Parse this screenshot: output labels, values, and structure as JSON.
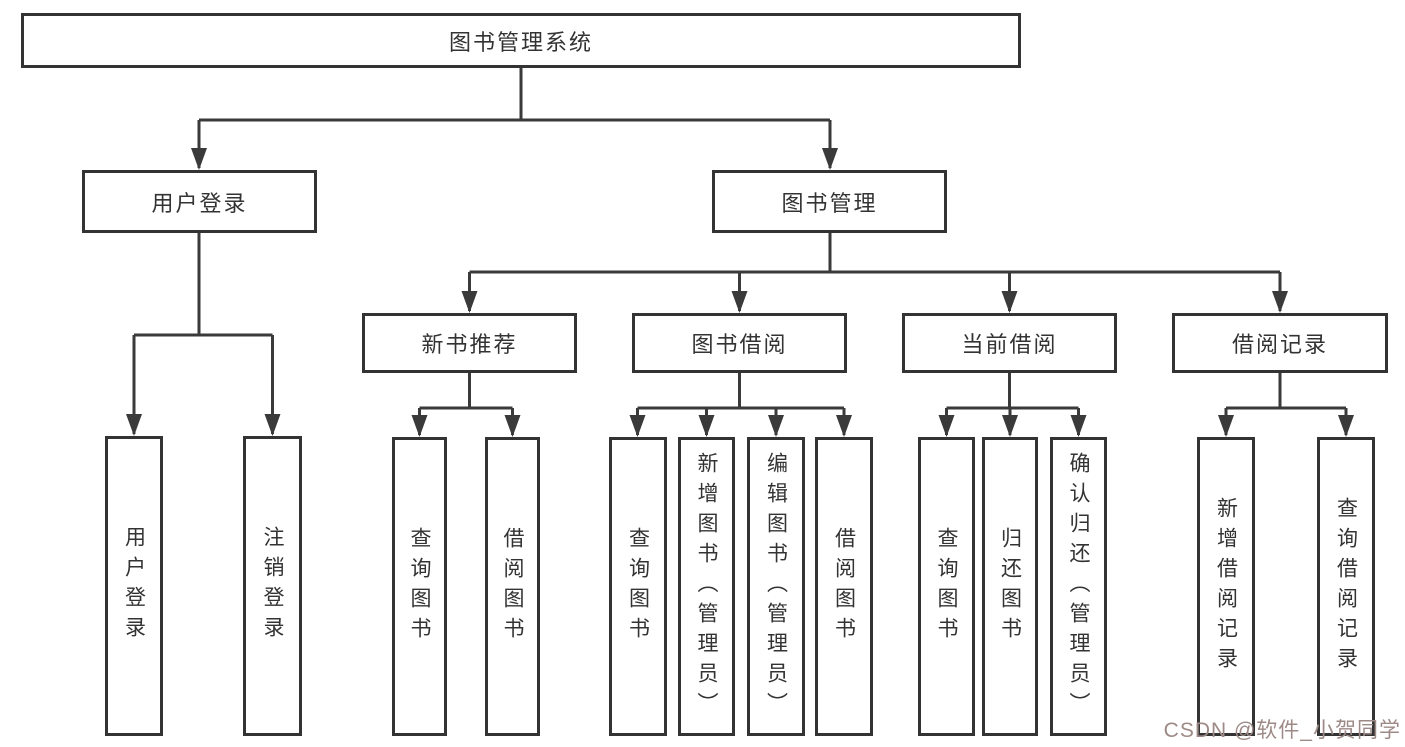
{
  "title": {
    "label": "图书管理系统"
  },
  "level2": {
    "user_login": {
      "label": "用户登录"
    },
    "book_mgmt": {
      "label": "图书管理"
    }
  },
  "level3": {
    "new_books": {
      "label": "新书推荐"
    },
    "borrowing": {
      "label": "图书借阅"
    },
    "current": {
      "label": "当前借阅"
    },
    "records": {
      "label": "借阅记录"
    }
  },
  "leaves": {
    "user_login": {
      "label": "用户登录"
    },
    "logout": {
      "label": "注销登录"
    },
    "nb_query": {
      "label": "查询图书"
    },
    "nb_borrow": {
      "label": "借阅图书"
    },
    "bw_query": {
      "label": "查询图书"
    },
    "bw_add": {
      "label": "新增图书（管理员）"
    },
    "bw_edit": {
      "label": "编辑图书（管理员）"
    },
    "bw_borrow": {
      "label": "借阅图书"
    },
    "cur_query": {
      "label": "查询图书"
    },
    "cur_return": {
      "label": "归还图书"
    },
    "cur_confirm": {
      "label": "确认归还（管理员）"
    },
    "rec_add": {
      "label": "新增借阅记录"
    },
    "rec_query": {
      "label": "查询借阅记录"
    }
  },
  "watermark": {
    "text": "CSDN @软件_小贺同学"
  },
  "colors": {
    "line": "#3a3a3a",
    "border": "#333333",
    "text": "#333333",
    "background": "#ffffff",
    "watermark": "#9d8a86"
  }
}
